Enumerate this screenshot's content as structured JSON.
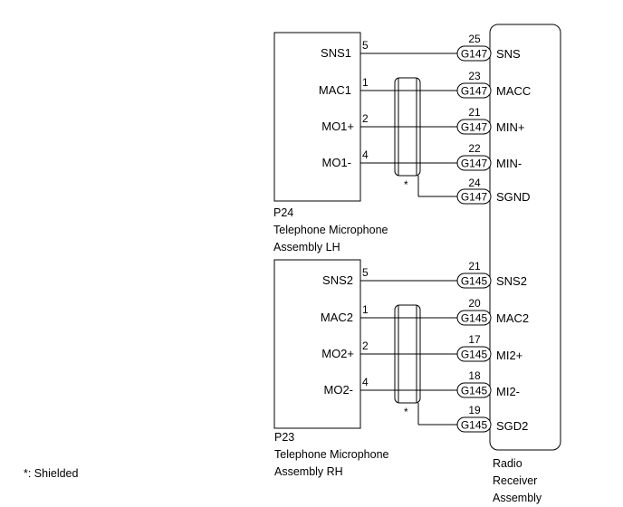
{
  "components": {
    "p24": {
      "ref": "P24",
      "name_line1": "Telephone Microphone",
      "name_line2": "Assembly LH",
      "pins": [
        {
          "pin": "5",
          "name": "SNS1"
        },
        {
          "pin": "1",
          "name": "MAC1"
        },
        {
          "pin": "2",
          "name": "MO1+"
        },
        {
          "pin": "4",
          "name": "MO1-"
        }
      ]
    },
    "p23": {
      "ref": "P23",
      "name_line1": "Telephone Microphone",
      "name_line2": "Assembly RH",
      "pins": [
        {
          "pin": "5",
          "name": "SNS2"
        },
        {
          "pin": "1",
          "name": "MAC2"
        },
        {
          "pin": "2",
          "name": "MO2+"
        },
        {
          "pin": "4",
          "name": "MO2-"
        }
      ]
    },
    "radio": {
      "name_line1": "Radio",
      "name_line2": "Receiver",
      "name_line3": "Assembly",
      "pins_upper": [
        {
          "pin": "25",
          "connector": "G147",
          "name": "SNS"
        },
        {
          "pin": "23",
          "connector": "G147",
          "name": "MACC"
        },
        {
          "pin": "21",
          "connector": "G147",
          "name": "MIN+"
        },
        {
          "pin": "22",
          "connector": "G147",
          "name": "MIN-"
        },
        {
          "pin": "24",
          "connector": "G147",
          "name": "SGND"
        }
      ],
      "pins_lower": [
        {
          "pin": "21",
          "connector": "G145",
          "name": "SNS2"
        },
        {
          "pin": "20",
          "connector": "G145",
          "name": "MAC2"
        },
        {
          "pin": "17",
          "connector": "G145",
          "name": "MI2+"
        },
        {
          "pin": "18",
          "connector": "G145",
          "name": "MI2-"
        },
        {
          "pin": "19",
          "connector": "G145",
          "name": "SGD2"
        }
      ]
    }
  },
  "shield_marker": "*",
  "legend": "*: Shielded"
}
